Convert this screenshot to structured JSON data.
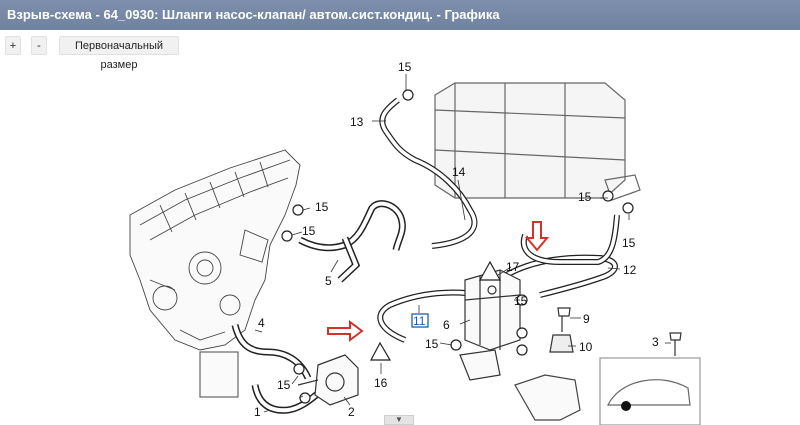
{
  "window": {
    "title": "Взрыв-схема - 64_0930: Шланги насос-клапан/ автом.сист.кондиц. - Графика"
  },
  "toolbar": {
    "zoom_in_label": "+",
    "zoom_out_label": "-",
    "reset_label": "Первоначальный размер"
  },
  "diagram": {
    "callouts": {
      "n15a": "15",
      "n13": "13",
      "n14": "14",
      "n15b": "15",
      "n15c": "15",
      "n5": "5",
      "n15d": "15",
      "n15e": "15",
      "n12": "12",
      "n17": "17",
      "n15f": "15",
      "n6": "6",
      "n11": "11",
      "n9": "9",
      "n4": "4",
      "n15g": "15",
      "n10": "10",
      "n3": "3",
      "n1": "1",
      "n15h": "15",
      "n16": "16",
      "n2": "2"
    }
  },
  "scroll": {
    "handle_glyph": "▼"
  },
  "colors": {
    "titlebar": "#7586a4",
    "arrow": "#d3322a",
    "highlight": "#1a5fb4"
  }
}
